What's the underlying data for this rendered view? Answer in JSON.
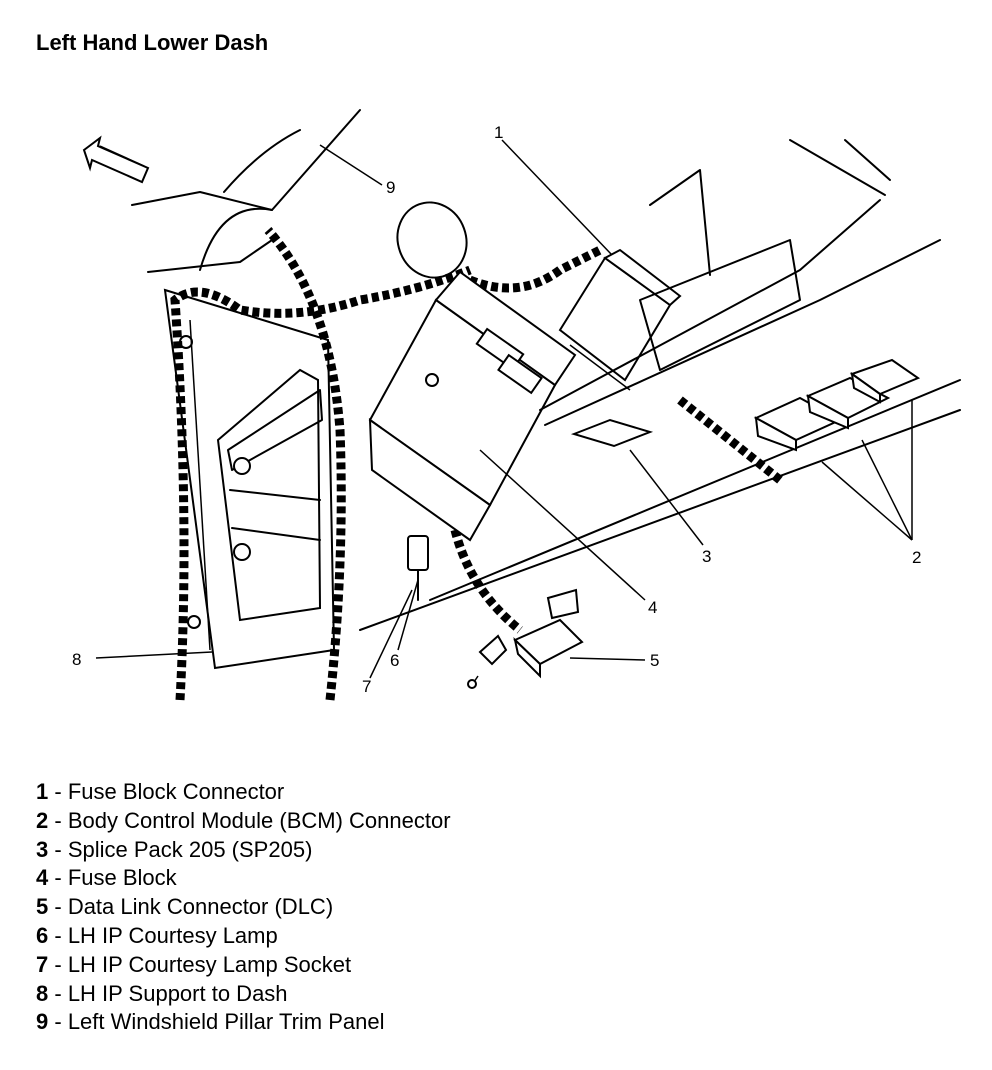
{
  "title": "Left Hand Lower Dash",
  "callouts": {
    "c1": "1",
    "c2": "2",
    "c3": "3",
    "c4": "4",
    "c5": "5",
    "c6": "6",
    "c7": "7",
    "c8": "8",
    "c9": "9"
  },
  "legend": [
    {
      "num": "1",
      "sep": " - ",
      "label": "Fuse Block Connector"
    },
    {
      "num": "2",
      "sep": " - ",
      "label": "Body Control Module (BCM) Connector"
    },
    {
      "num": "3",
      "sep": " - ",
      "label": "Splice Pack 205 (SP205)"
    },
    {
      "num": "4",
      "sep": " - ",
      "label": "Fuse Block"
    },
    {
      "num": "5",
      "sep": " - ",
      "label": "Data Link Connector (DLC)"
    },
    {
      "num": "6",
      "sep": " - ",
      "label": "LH IP Courtesy Lamp"
    },
    {
      "num": "7",
      "sep": " - ",
      "label": "LH IP Courtesy Lamp Socket"
    },
    {
      "num": "8",
      "sep": " - ",
      "label": "LH IP Support to Dash"
    },
    {
      "num": "9",
      "sep": " - ",
      "label": "Left Windshield Pillar Trim Panel"
    }
  ]
}
